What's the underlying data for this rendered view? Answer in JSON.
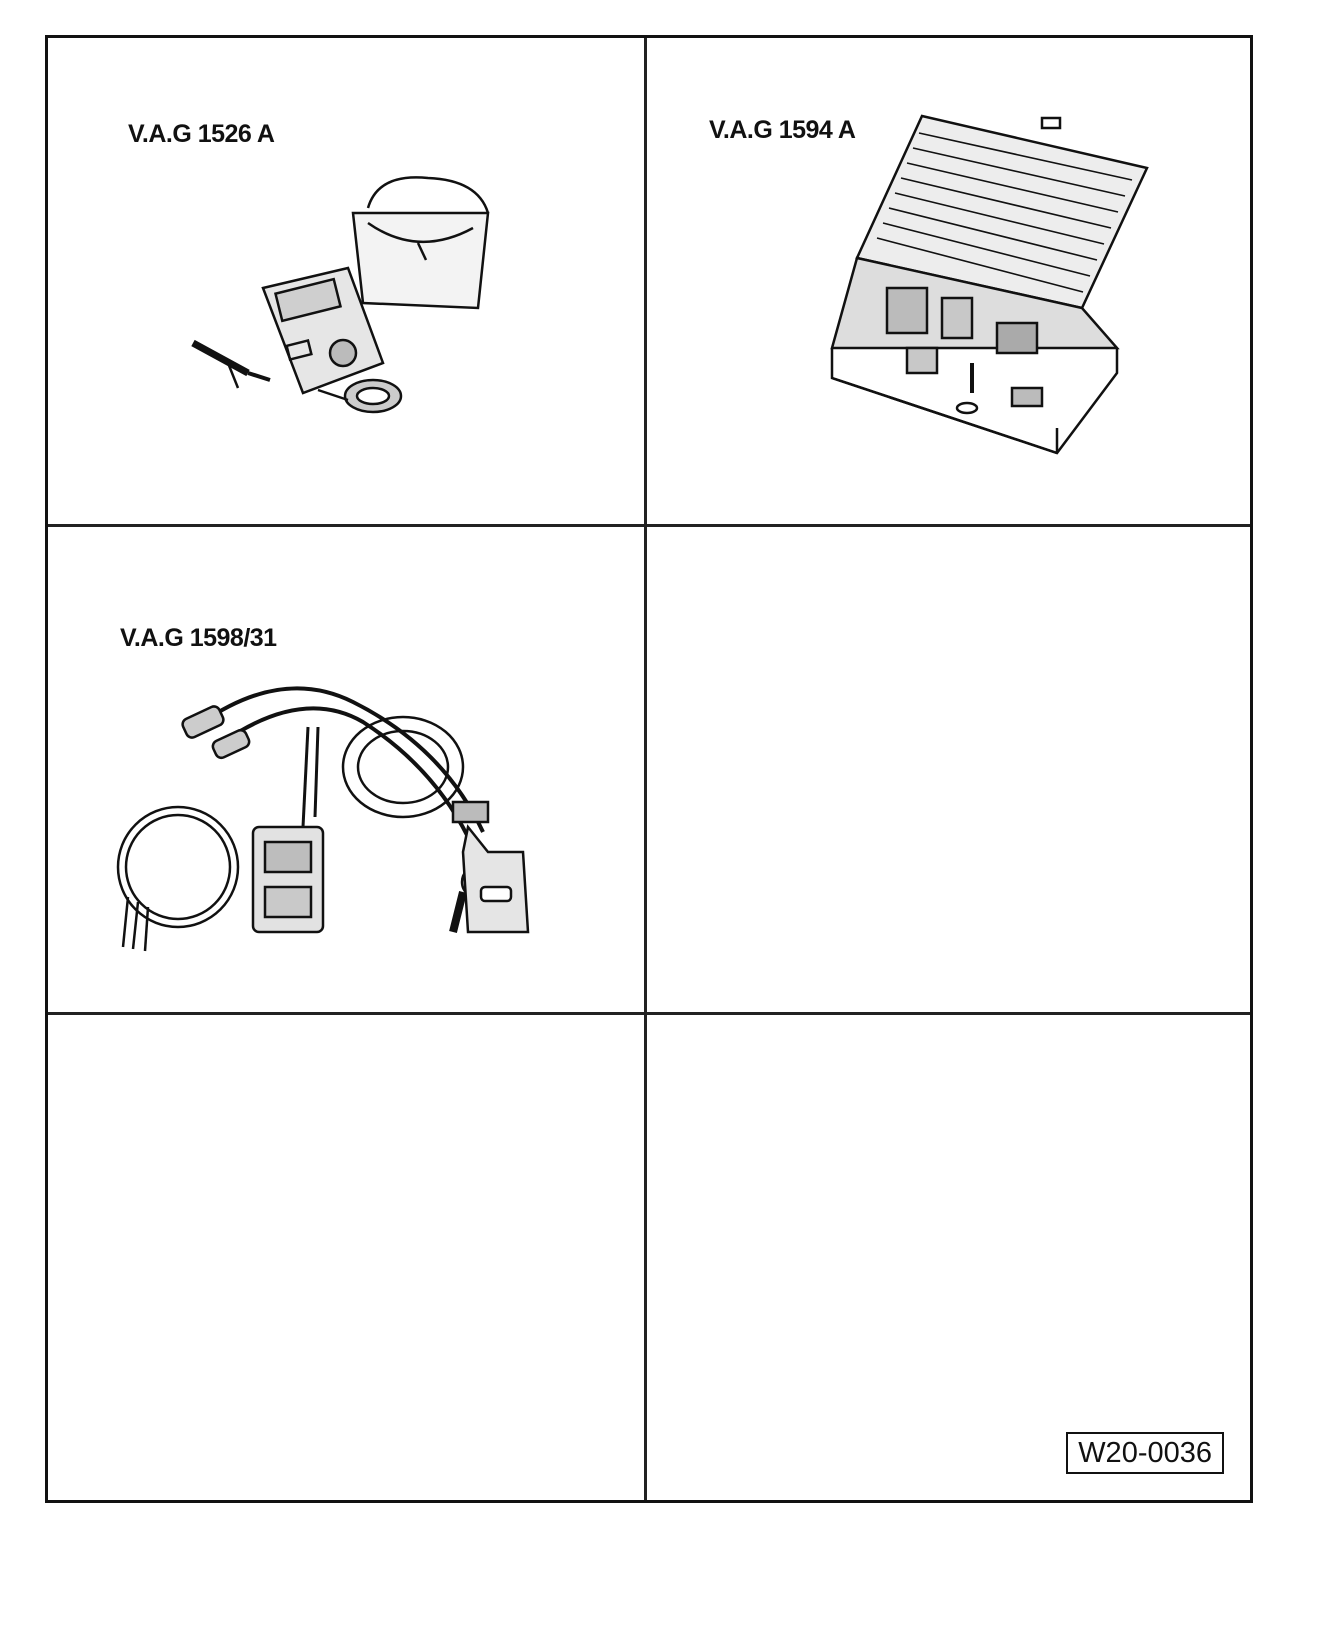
{
  "tools": [
    {
      "label": "V.A.G 1526 A",
      "icon": "multimeter-kit-icon"
    },
    {
      "label": "V.A.G 1594 A",
      "icon": "adapter-case-icon"
    },
    {
      "label": "V.A.G 1598/31",
      "icon": "test-adapter-cable-icon"
    }
  ],
  "figure_id": "W20-0036",
  "colors": {
    "ink": "#111111",
    "paper": "#ffffff"
  }
}
